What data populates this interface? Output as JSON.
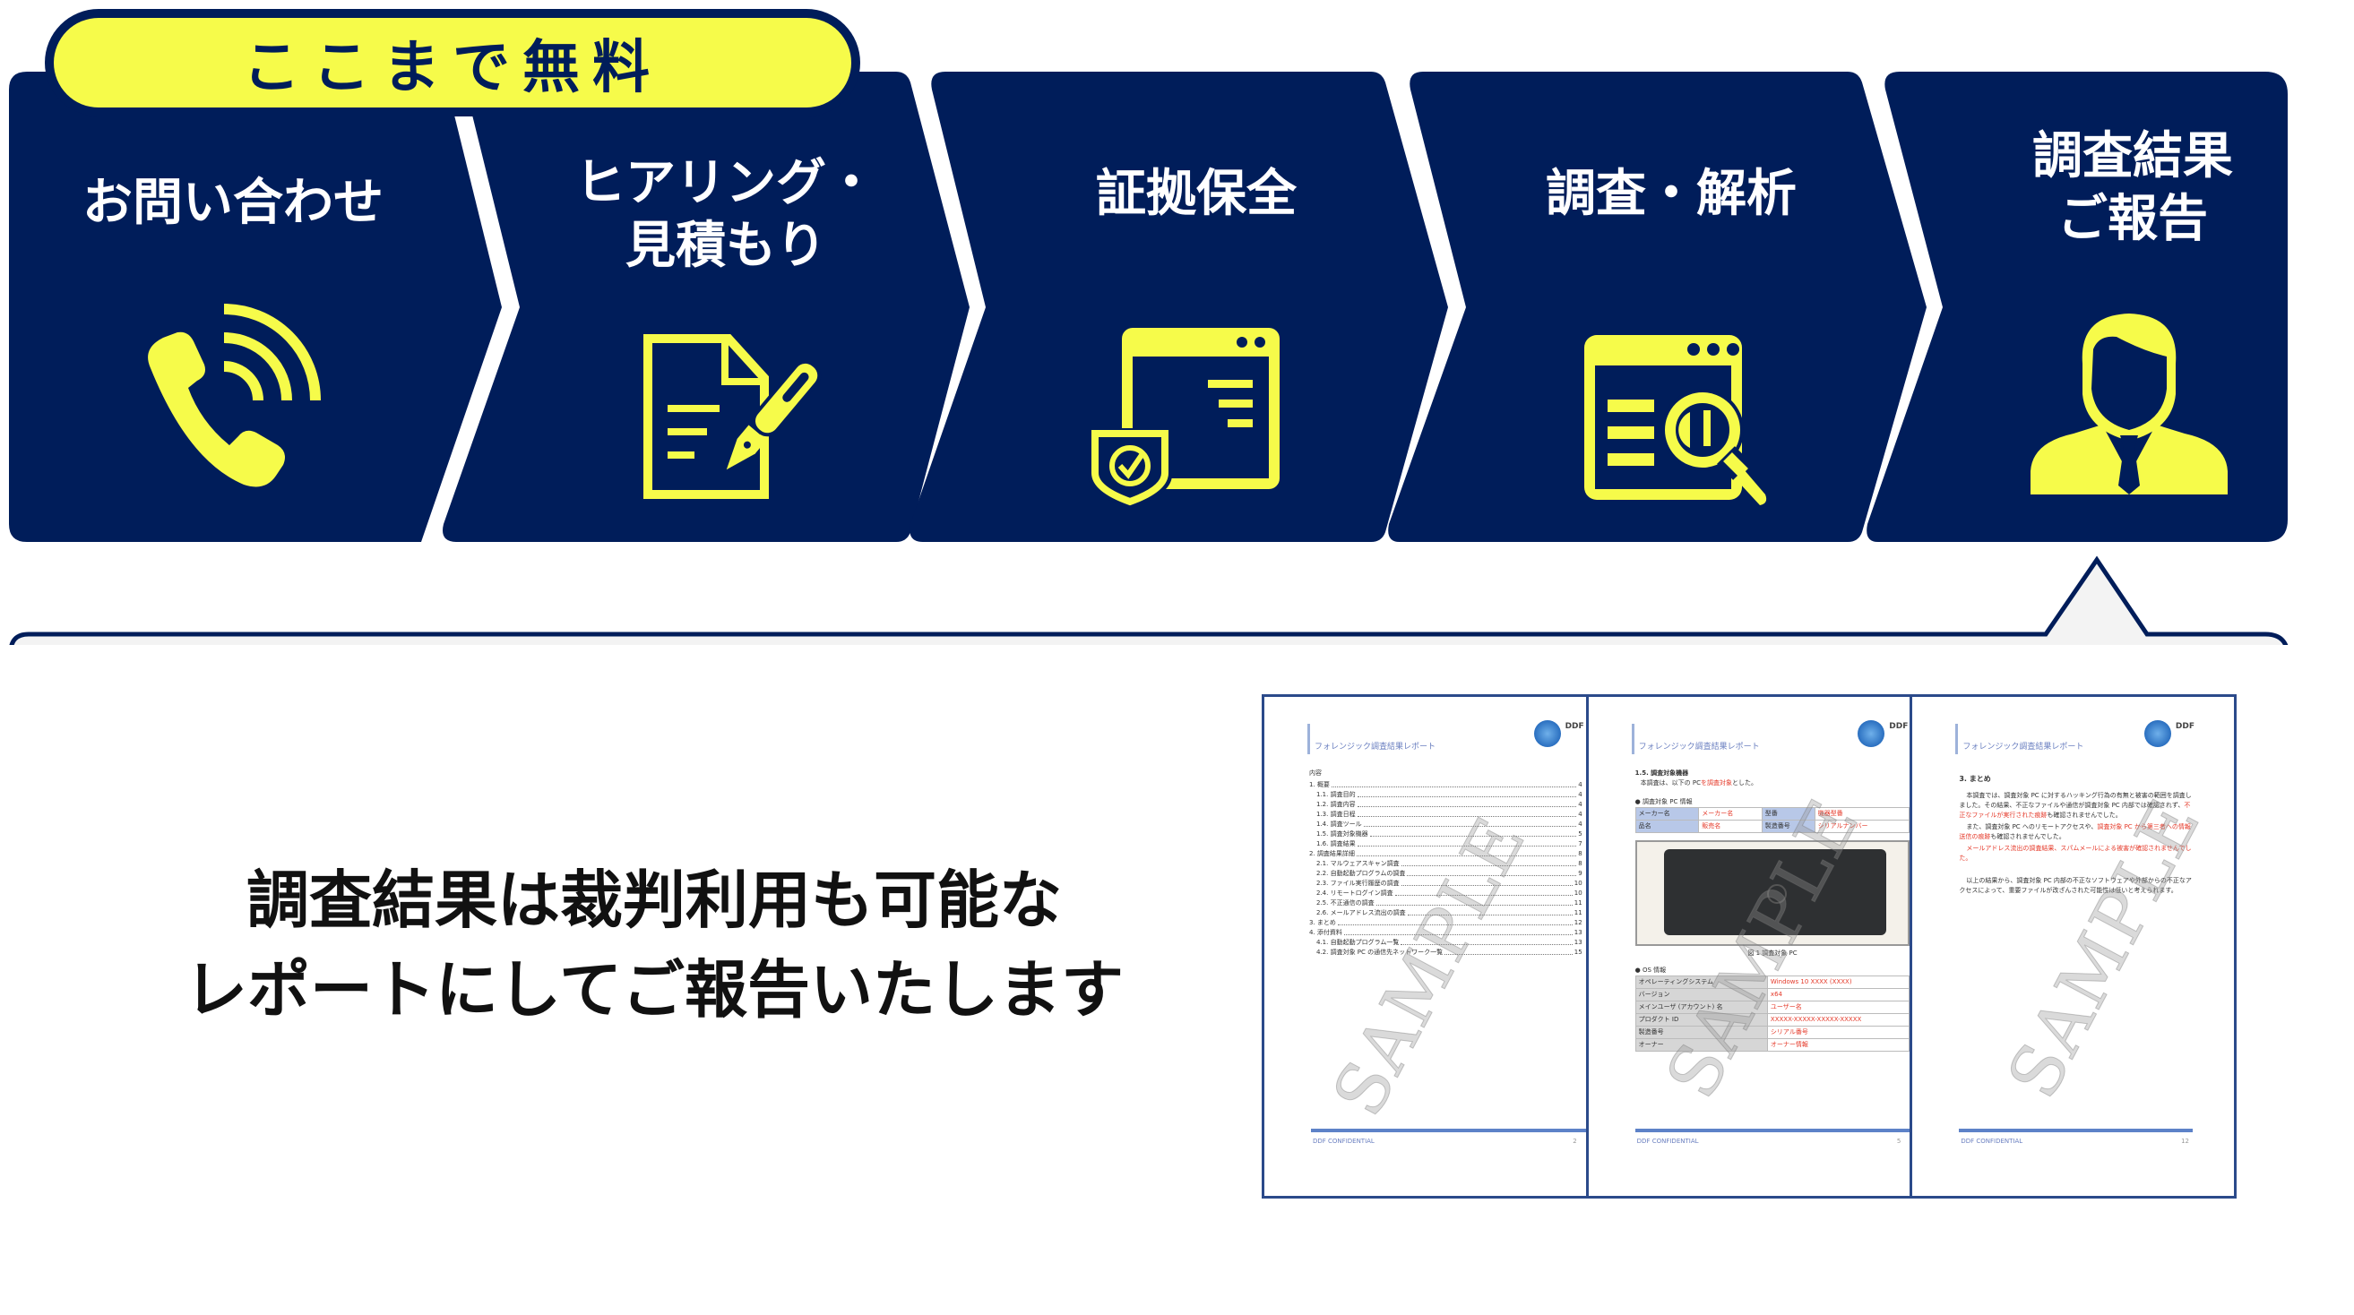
{
  "badge": {
    "text": "ここまで無料"
  },
  "colors": {
    "navy": "#001d5a",
    "yellow": "#f6fb4a",
    "panel_bg": "#f3f3f3",
    "white": "#ffffff"
  },
  "steps": [
    {
      "label": "お問い合わせ",
      "icon": "phone-icon"
    },
    {
      "label": "ヒアリング・\n見積もり",
      "icon": "document-pen-icon"
    },
    {
      "label": "証拠保全",
      "icon": "browser-shield-icon"
    },
    {
      "label": "調査・解析",
      "icon": "browser-magnifier-icon"
    },
    {
      "label": "調査結果\nご報告",
      "icon": "businessman-icon"
    }
  ],
  "panel": {
    "message_line1": "調査結果は裁判利用も可能な",
    "message_line2": "レポートにしてご報告いたします"
  },
  "report": {
    "header_title": "フォレンジック調査結果レポート",
    "logo_text": "DDF",
    "footer": "DDF CONFIDENTIAL",
    "watermark": "SAMPLE",
    "pages": [
      {
        "toc_heading": "内容",
        "toc": [
          {
            "label": "1. 概要",
            "sub": false,
            "page": "4"
          },
          {
            "label": "1.1. 調査目的",
            "sub": true,
            "page": "4"
          },
          {
            "label": "1.2. 調査内容",
            "sub": true,
            "page": "4"
          },
          {
            "label": "1.3. 調査日程",
            "sub": true,
            "page": "4"
          },
          {
            "label": "1.4. 調査ツール",
            "sub": true,
            "page": "4"
          },
          {
            "label": "1.5. 調査対象機器",
            "sub": true,
            "page": "5"
          },
          {
            "label": "1.6. 調査結果",
            "sub": true,
            "page": "7"
          },
          {
            "label": "2. 調査結果詳細",
            "sub": false,
            "page": "8"
          },
          {
            "label": "2.1. マルウェアスキャン調査",
            "sub": true,
            "page": "8"
          },
          {
            "label": "2.2. 自動起動プログラムの調査",
            "sub": true,
            "page": "9"
          },
          {
            "label": "2.3. ファイル実行履歴の調査",
            "sub": true,
            "page": "10"
          },
          {
            "label": "2.4. リモートログイン調査",
            "sub": true,
            "page": "10"
          },
          {
            "label": "2.5. 不正通信の調査",
            "sub": true,
            "page": "11"
          },
          {
            "label": "2.6. メールアドレス流出の調査",
            "sub": true,
            "page": "11"
          },
          {
            "label": "3. まとめ",
            "sub": false,
            "page": "12"
          },
          {
            "label": "4. 添付資料",
            "sub": false,
            "page": "13"
          },
          {
            "label": "4.1. 自動起動プログラム一覧",
            "sub": true,
            "page": "13"
          },
          {
            "label": "4.2. 調査対象 PC の通信先ネットワーク一覧",
            "sub": true,
            "page": "15"
          }
        ],
        "page_number": "2"
      },
      {
        "section_title": "1.5. 調査対象機器",
        "intro": "本調査は、以下の PC",
        "intro_red": "を調査対象",
        "intro_tail": "とした。",
        "table1_title": "● 調査対象 PC 情報",
        "table1": [
          [
            "メーカー名",
            "メーカー名",
            "型番",
            "機器型番"
          ],
          [
            "品名",
            "販売名",
            "製造番号",
            "シリアルナンバー"
          ]
        ],
        "photo_caption": "図 1 調査対象 PC",
        "table2_title": "● OS 情報",
        "table2": [
          [
            "オペレーティングシステム",
            "Windows 10 XXXX (XXXX)"
          ],
          [
            "バージョン",
            "x64"
          ],
          [
            "メインユーザ (アカウント) 名",
            "ユーザー名"
          ],
          [
            "プロダクト ID",
            "XXXXX-XXXXX-XXXXX-XXXXX"
          ],
          [
            "製造番号",
            "シリアル番号"
          ],
          [
            "オーナー",
            "オーナー情報"
          ]
        ],
        "page_number": "5"
      },
      {
        "section_title": "3. まとめ",
        "paragraphs": [
          {
            "text": "本調査では、調査対象 PC に対するハッキング行為の有無と被害の範囲を調査しました。その結果、不正なファイルや通信が調査対象 PC 内部では確認されず、",
            "red": "不正なファイルが実行された痕跡",
            "tail": "も確認されませんでした。"
          },
          {
            "text": "また、調査対象 PC へのリモートアクセスや、",
            "red": "調査対象 PC から第三者への情報送信の痕跡",
            "tail": "も確認されませんでした。"
          },
          {
            "text": "",
            "red": "メールアドレス流出の調査結果、スパムメールによる被害が確認されませんでした。",
            "tail": ""
          },
          {
            "text": "以上の結果から、調査対象 PC 内部の不正なソフトウェアや外部からの不正なアクセスによって、",
            "red": "",
            "tail": "重要ファイルが改ざんされた可能性は低いと考えられます。"
          }
        ],
        "page_number": "12"
      }
    ]
  }
}
